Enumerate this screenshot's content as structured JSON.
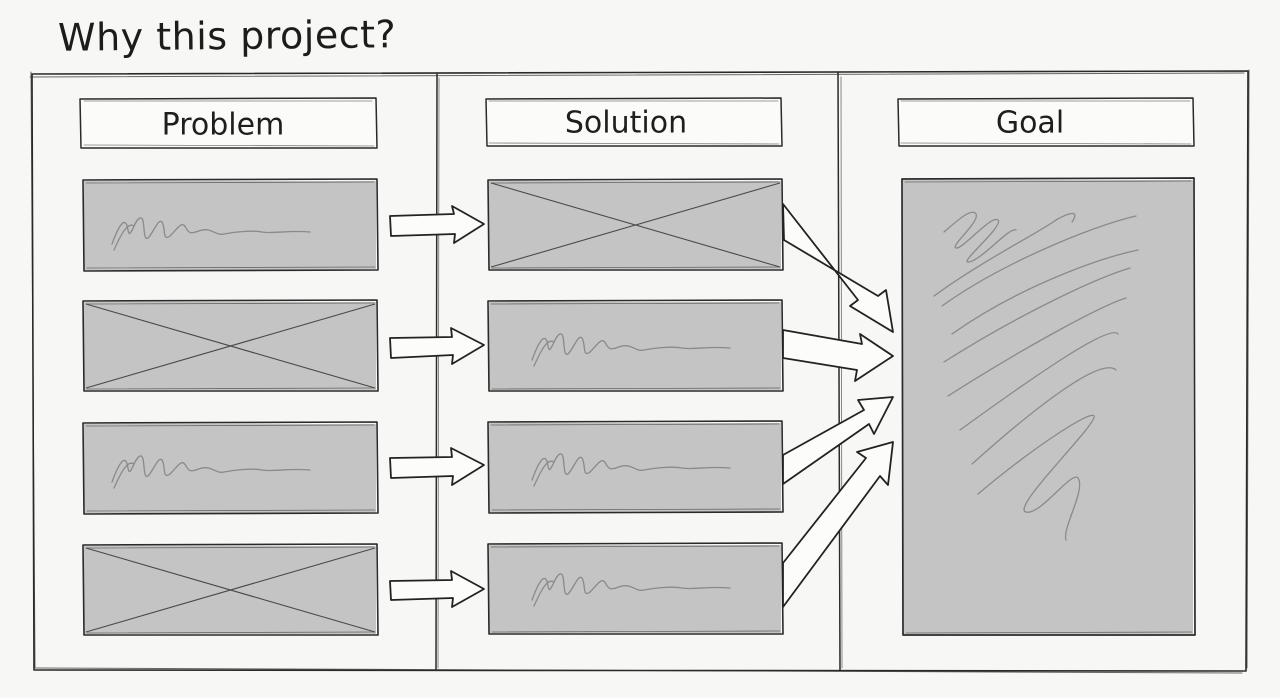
{
  "title": "Why this project?",
  "columns": {
    "problem": {
      "label": "Problem",
      "items": [
        "text",
        "image",
        "text",
        "image"
      ]
    },
    "solution": {
      "label": "Solution",
      "items": [
        "image",
        "text",
        "text",
        "text"
      ]
    },
    "goal": {
      "label": "Goal",
      "items": [
        "text"
      ]
    }
  },
  "colors": {
    "placeholder_fill": "#c4c4c4",
    "ink": "#2a2a2a",
    "background": "#f7f7f5"
  }
}
